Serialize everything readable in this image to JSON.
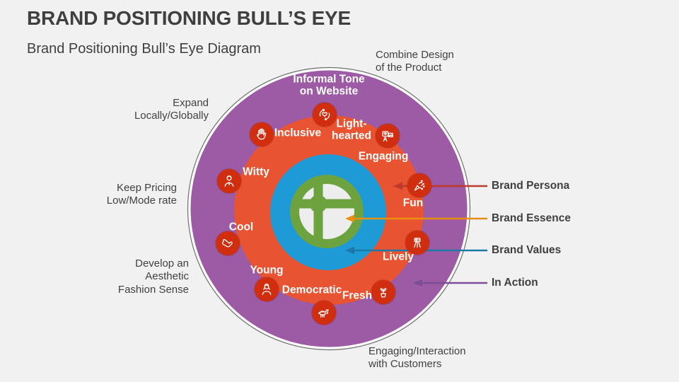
{
  "slide": {
    "title": "BRAND POSITIONING BULL’S EYE",
    "subtitle": "Brand Positioning Bull’s Eye Diagram"
  },
  "outer_labels": {
    "combine_design": "Combine Design\nof the Product",
    "expand": "Expand\nLocally/Globally",
    "keep_pricing": "Keep Pricing\nLow/Mode rate",
    "develop": "Develop an\nAesthetic\nFashion Sense",
    "engaging_interaction": "Engaging/Interaction\nwith Customers"
  },
  "ring_label": "Informal Tone\non Website",
  "traits": {
    "inclusive": "Inclusive",
    "light_hearted": "Light-\nhearted",
    "engaging": "Engaging",
    "witty": "Witty",
    "fun": "Fun",
    "cool": "Cool",
    "lively": "Lively",
    "young": "Young",
    "democratic": "Democratic",
    "fresh": "Fresh"
  },
  "legend": {
    "brand_persona": {
      "label": "Brand Persona",
      "color": "#c0392b"
    },
    "brand_essence": {
      "label": "Brand Essence",
      "color": "#e78f0e"
    },
    "brand_values": {
      "label": "Brand Values",
      "color": "#1b7aa6"
    },
    "in_action": {
      "label": "In Action",
      "color": "#7b4e97"
    }
  },
  "icons": {
    "light_hearted": "heart-cycle-icon",
    "inclusive": "open-hand-icon",
    "engaging": "photos-heart-icon",
    "witty": "man-bust-icon",
    "fun": "confetti-icon",
    "cool": "shaka-hand-icon",
    "lively": "camera-tripod-icon",
    "young": "woman-bust-icon",
    "democratic": "pinata-horse-icon",
    "fresh": "plant-pot-icon"
  },
  "colors": {
    "background": "#f1f1f2",
    "in_action_ring": "#9c5ba4",
    "brand_persona_ring": "#e85332",
    "brand_values_ring": "#1e9bd7",
    "brand_essence_core": "#6da33e",
    "icon_badge": "#d12e10",
    "text_dark": "#3f3f3f"
  }
}
